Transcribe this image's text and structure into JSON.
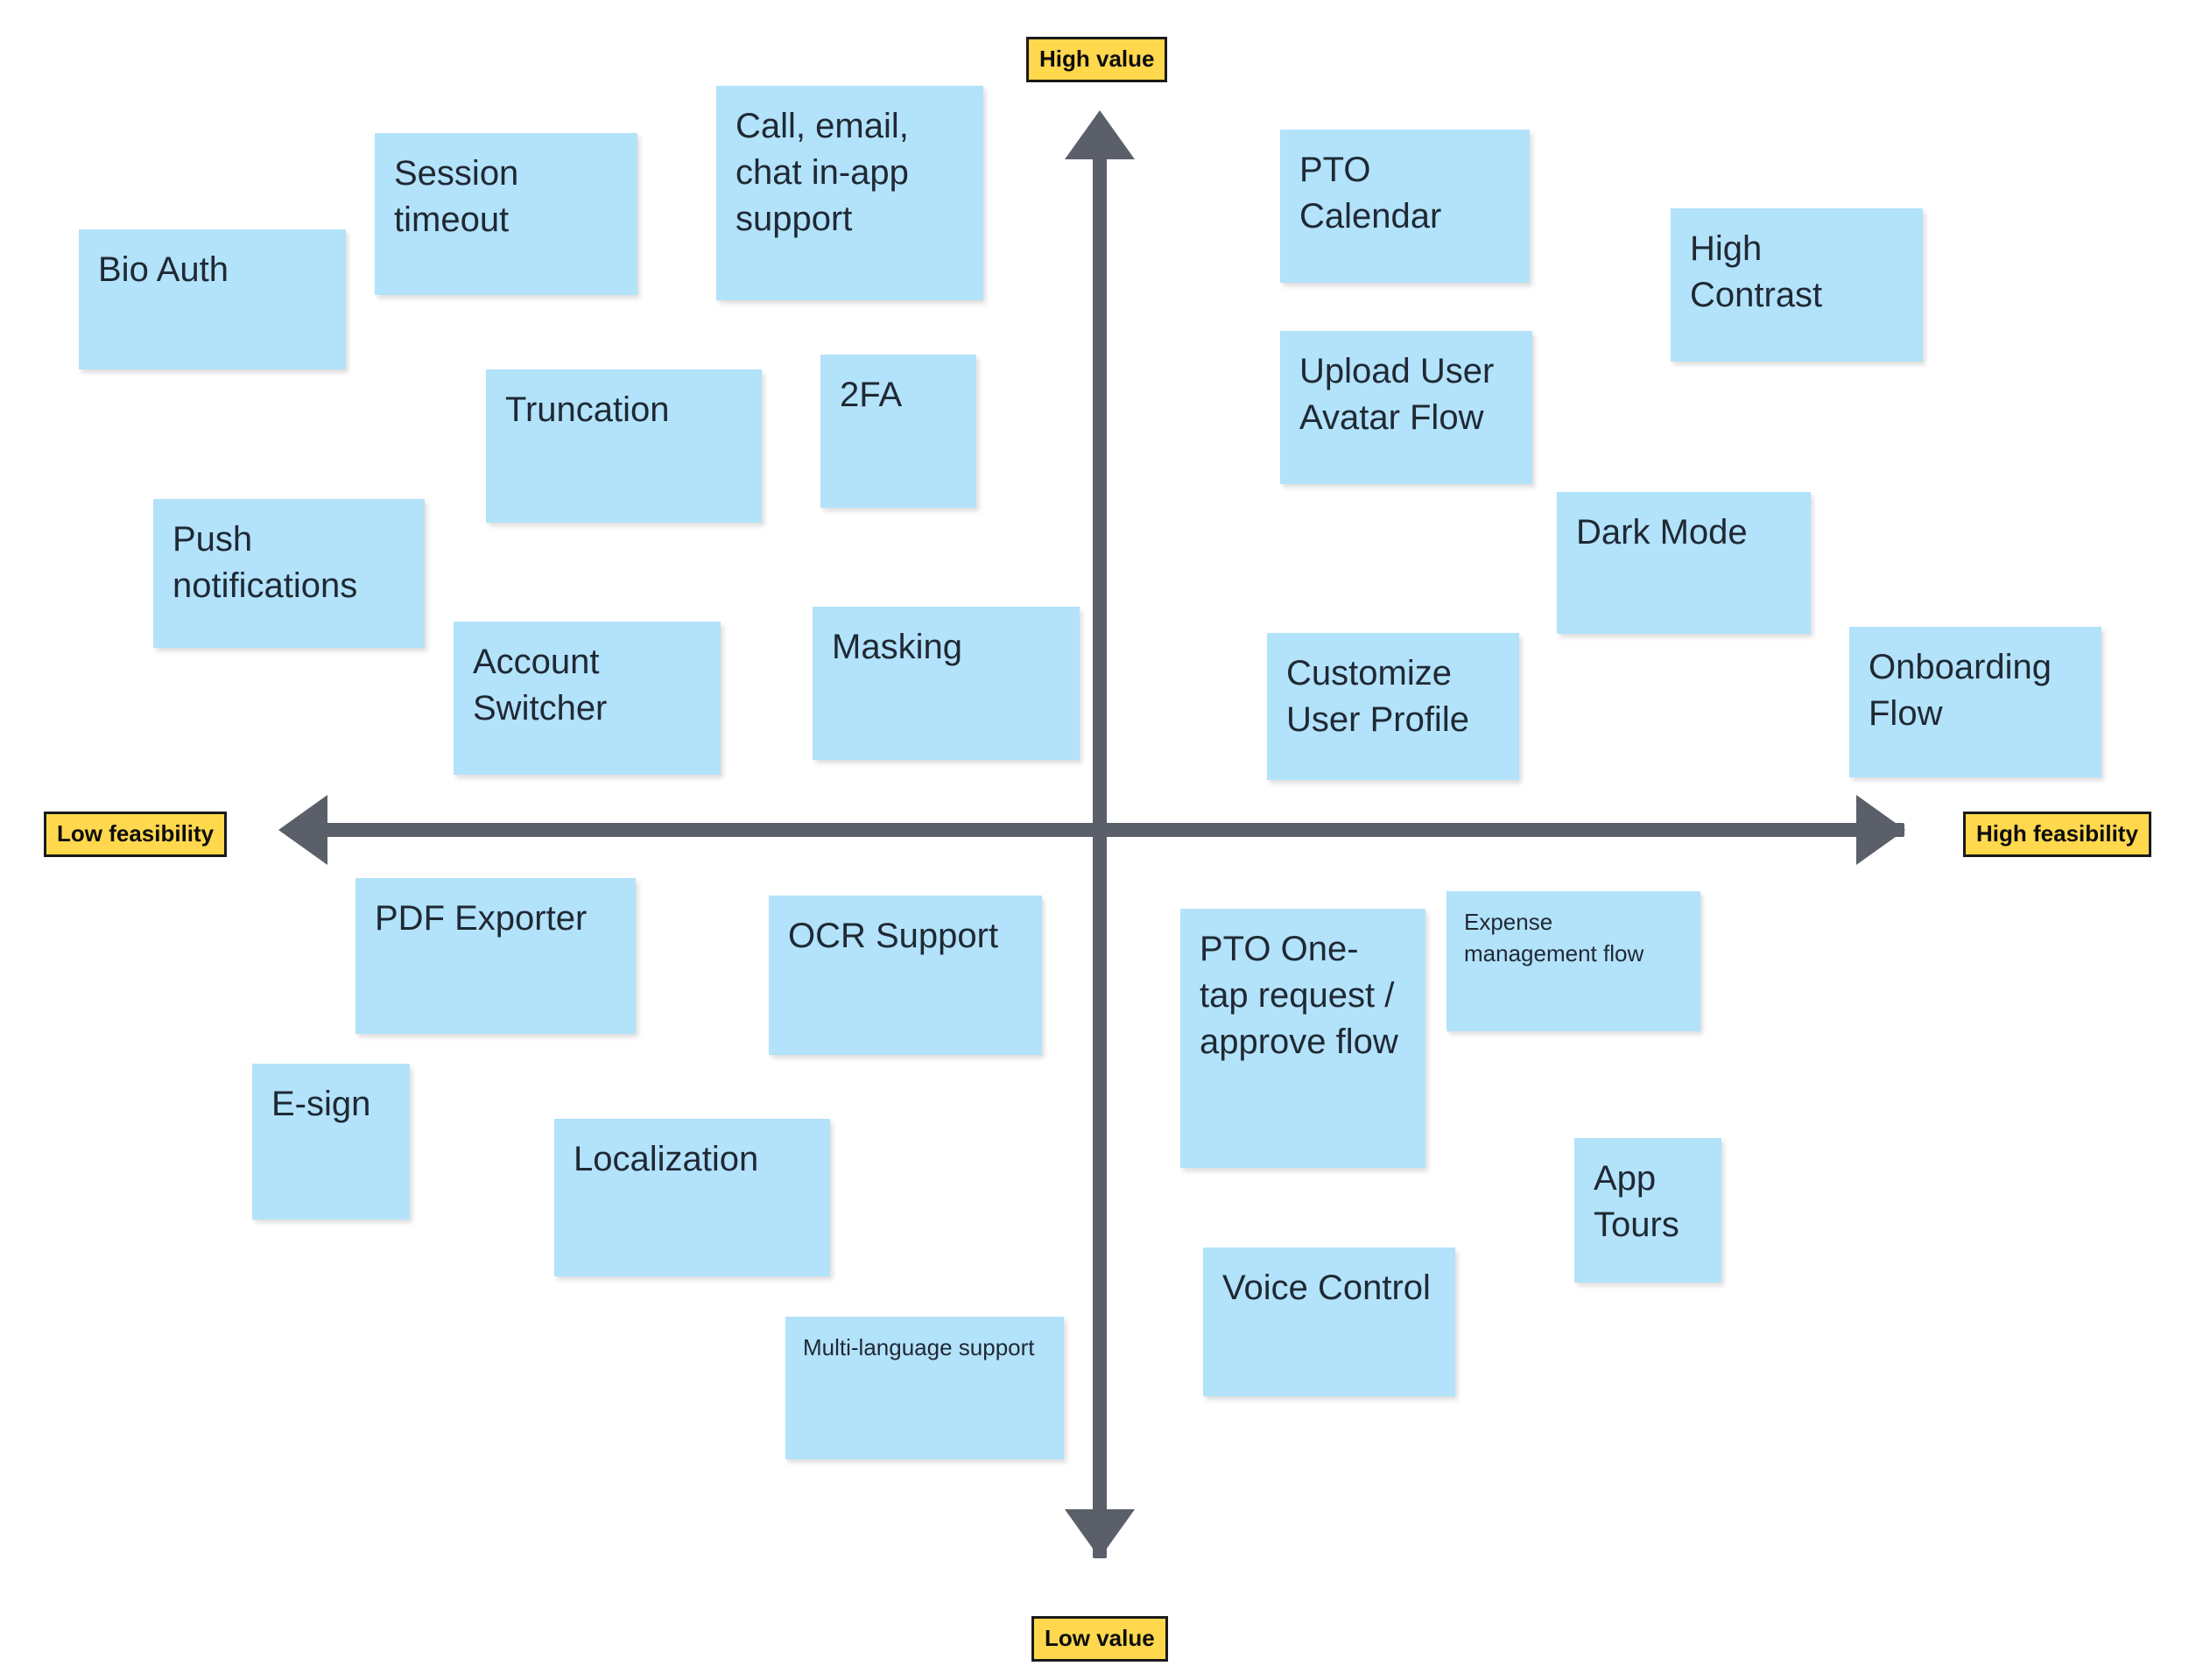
{
  "board": {
    "type": "value-vs-feasibility-2x2-matrix",
    "background_color": "#ffffff",
    "note_color": "#b3e2fb",
    "axis_color": "#5a5f6a",
    "axis_label_color": "#ffd84d"
  },
  "axis_labels": {
    "top": "High value",
    "bottom": "Low value",
    "left": "Low feasibility",
    "right": "High feasibility"
  },
  "notes": [
    {
      "id": "bio-auth",
      "text": "Bio Auth",
      "quadrant": "high-value-low-feasibility"
    },
    {
      "id": "session-timeout",
      "text": "Session timeout",
      "quadrant": "high-value-low-feasibility"
    },
    {
      "id": "call-email-chat",
      "text": "Call, email, chat in-app support",
      "quadrant": "high-value-low-feasibility"
    },
    {
      "id": "truncation",
      "text": "Truncation",
      "quadrant": "high-value-low-feasibility"
    },
    {
      "id": "two-fa",
      "text": "2FA",
      "quadrant": "high-value-low-feasibility"
    },
    {
      "id": "push-notifications",
      "text": "Push notifications",
      "quadrant": "high-value-low-feasibility"
    },
    {
      "id": "account-switcher",
      "text": "Account Switcher",
      "quadrant": "high-value-low-feasibility"
    },
    {
      "id": "masking",
      "text": "Masking",
      "quadrant": "high-value-low-feasibility"
    },
    {
      "id": "pto-calendar",
      "text": "PTO Calendar",
      "quadrant": "high-value-high-feasibility"
    },
    {
      "id": "high-contrast",
      "text": "High Contrast",
      "quadrant": "high-value-high-feasibility"
    },
    {
      "id": "upload-user-avatar",
      "text": "Upload User Avatar Flow",
      "quadrant": "high-value-high-feasibility"
    },
    {
      "id": "dark-mode",
      "text": "Dark Mode",
      "quadrant": "high-value-high-feasibility"
    },
    {
      "id": "customize-profile",
      "text": "Customize User Profile",
      "quadrant": "high-value-high-feasibility"
    },
    {
      "id": "onboarding-flow",
      "text": "Onboarding Flow",
      "quadrant": "high-value-high-feasibility"
    },
    {
      "id": "pdf-exporter",
      "text": "PDF Exporter",
      "quadrant": "low-value-low-feasibility"
    },
    {
      "id": "ocr-support",
      "text": "OCR Support",
      "quadrant": "low-value-low-feasibility"
    },
    {
      "id": "e-sign",
      "text": "E-sign",
      "quadrant": "low-value-low-feasibility"
    },
    {
      "id": "localization",
      "text": "Localization",
      "quadrant": "low-value-low-feasibility"
    },
    {
      "id": "multi-language",
      "text": "Multi-language support",
      "quadrant": "low-value-low-feasibility",
      "size": "small"
    },
    {
      "id": "pto-one-tap",
      "text": "PTO One-tap request / approve flow",
      "quadrant": "low-value-high-feasibility"
    },
    {
      "id": "expense-management",
      "text": "Expense management flow",
      "quadrant": "low-value-high-feasibility",
      "size": "small"
    },
    {
      "id": "app-tours",
      "text": "App Tours",
      "quadrant": "low-value-high-feasibility"
    },
    {
      "id": "voice-control",
      "text": "Voice Control",
      "quadrant": "low-value-high-feasibility"
    }
  ]
}
